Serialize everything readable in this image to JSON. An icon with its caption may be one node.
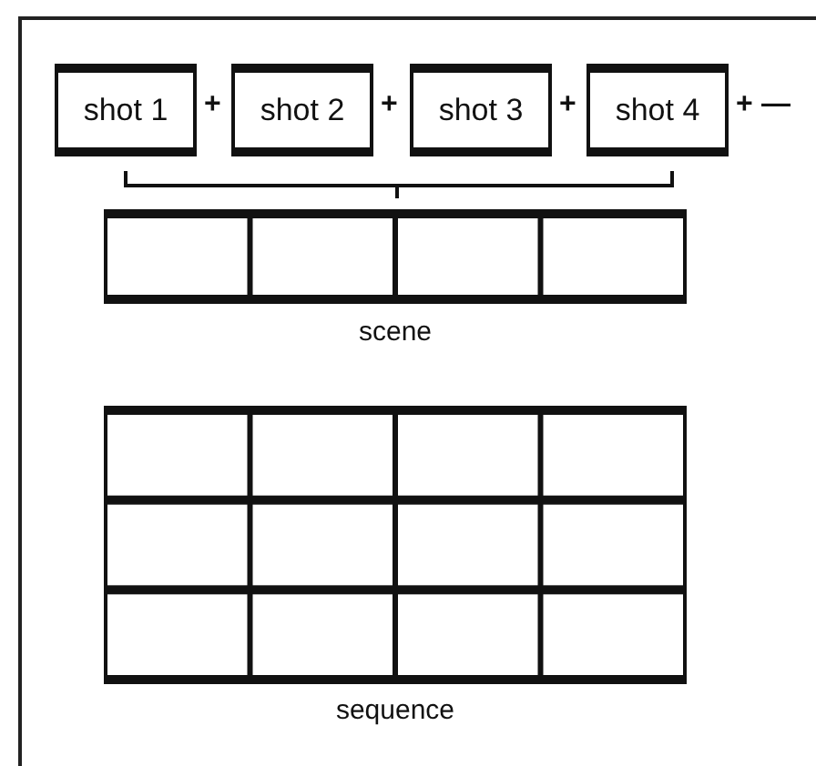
{
  "diagram": {
    "nodes": [
      {
        "text": [
          "shot 1"
        ]
      },
      {
        "text": [
          "shot 2"
        ]
      },
      {
        "text": [
          "shot 3"
        ]
      },
      {
        "text": [
          "shot 4"
        ]
      },
      {
        "text": [
          "scene"
        ]
      },
      {
        "text": [
          "sequence"
        ]
      }
    ],
    "labels": [
      "+",
      "+",
      "+",
      "+",
      "—"
    ]
  }
}
